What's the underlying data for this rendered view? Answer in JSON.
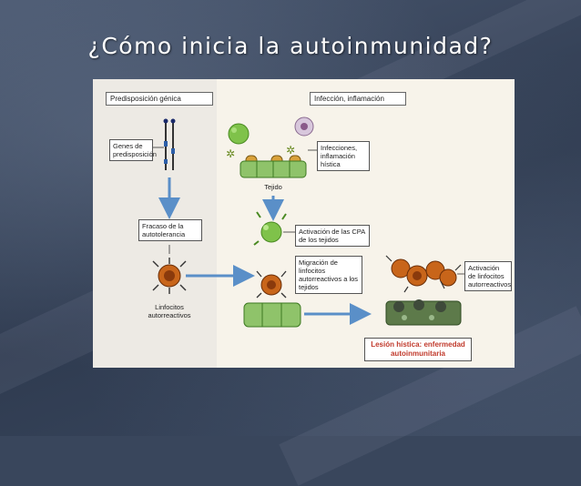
{
  "slide": {
    "title": "¿Cómo inicia la autoinmunidad?"
  },
  "figure": {
    "left_header": "Predisposición génica",
    "right_header": "Infección, inflamación",
    "genes_label": "Genes de predisposición",
    "failure_label": "Fracaso de la autotolerancia",
    "lymphocytes_label": "Linfocitos autorreactivos",
    "infections_label": "Infecciones, inflamación hística",
    "tissue_label": "Tejido",
    "apc_activation_label": "Activación de las CPA de los tejidos",
    "migration_label": "Migración de linfocitos autorreactivos a los tejidos",
    "lymph_activation_label": "Activación de linfocitos autorreactivos",
    "lesion_label": "Lesión hística: enfermedad autoinmunitaria"
  },
  "colors": {
    "arrow_blue": "#5a8fc8",
    "lesion_red": "#c0392b",
    "cell_green": "#6ab04c",
    "lymphocyte_orange": "#c8651a"
  }
}
